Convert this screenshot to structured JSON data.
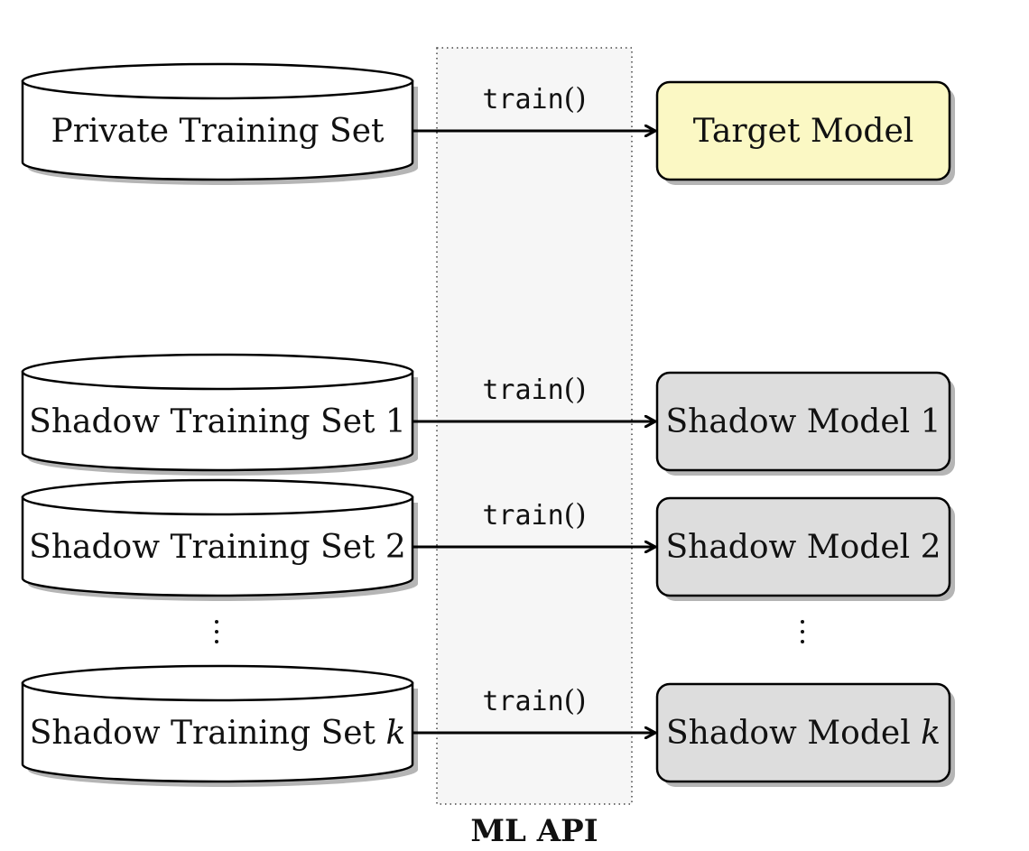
{
  "api": {
    "label": "ML API",
    "fill_color": "#f6f6f6"
  },
  "colors": {
    "target_model_fill": "#fbf8c4",
    "shadow_model_fill": "#dddddd",
    "dataset_fill": "#ffffff",
    "shadow": "#b5b5b5",
    "stroke": "#000000"
  },
  "ellipsis": "⋮",
  "rows": [
    {
      "dataset": {
        "label": "Private Training Set",
        "var": ""
      },
      "call": {
        "fn": "train",
        "parens": "()"
      },
      "model": {
        "label": "Target Model",
        "var": "",
        "kind": "target"
      }
    },
    {
      "dataset": {
        "label": "Shadow Training Set 1",
        "var": ""
      },
      "call": {
        "fn": "train",
        "parens": "()"
      },
      "model": {
        "label": "Shadow Model 1",
        "var": "",
        "kind": "shadow"
      }
    },
    {
      "dataset": {
        "label": "Shadow Training Set 2",
        "var": ""
      },
      "call": {
        "fn": "train",
        "parens": "()"
      },
      "model": {
        "label": "Shadow Model 2",
        "var": "",
        "kind": "shadow"
      }
    },
    {
      "dataset": {
        "label": "Shadow Training Set ",
        "var": "k"
      },
      "call": {
        "fn": "train",
        "parens": "()"
      },
      "model": {
        "label": "Shadow Model ",
        "var": "k",
        "kind": "shadow"
      }
    }
  ]
}
